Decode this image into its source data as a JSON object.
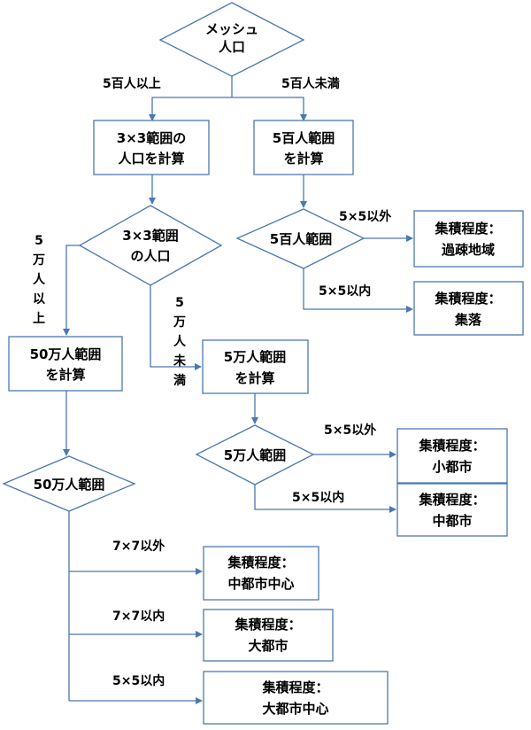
{
  "colors": {
    "stroke": "#4a78b0",
    "fill": "#ffffff",
    "text": "#000000"
  },
  "nodes": {
    "mesh_population": [
      "メッシュ",
      "人口"
    ],
    "calc_3x3": [
      "3×3範囲の",
      "人口を計算"
    ],
    "calc_500": [
      "5百人範囲",
      "を計算"
    ],
    "pop_3x3": [
      "3×3範囲",
      "の人口"
    ],
    "range_500": [
      "5百人範囲"
    ],
    "result_sparse": [
      "集積程度：",
      "過疎地域"
    ],
    "result_village": [
      "集積程度：",
      "集落"
    ],
    "calc_500k": [
      "50万人範囲",
      "を計算"
    ],
    "calc_50k": [
      "5万人範囲",
      "を計算"
    ],
    "range_50k": [
      "5万人範囲"
    ],
    "result_small_city": [
      "集積程度：",
      "小都市"
    ],
    "result_mid_city": [
      "集積程度：",
      "中都市"
    ],
    "range_500k": [
      "50万人範囲"
    ],
    "result_mid_city_center": [
      "集積程度：",
      "中都市中心"
    ],
    "result_big_city": [
      "集積程度：",
      "大都市"
    ],
    "result_big_city_center": [
      "集積程度：",
      "大都市中心"
    ]
  },
  "edge_labels": {
    "over_500": "5百人以上",
    "under_500": "5百人未満",
    "outside_5x5_a": "5×5以外",
    "inside_5x5_a": "5×5以内",
    "over_50k": [
      "5",
      "万",
      "人",
      "以",
      "上"
    ],
    "under_50k": [
      "5",
      "万",
      "人",
      "未",
      "満"
    ],
    "outside_5x5_b": "5×5以外",
    "inside_5x5_b": "5×5以内",
    "outside_7x7": "7×7以外",
    "inside_7x7": "7×7以内",
    "inside_5x5_c": "5×5以内"
  }
}
